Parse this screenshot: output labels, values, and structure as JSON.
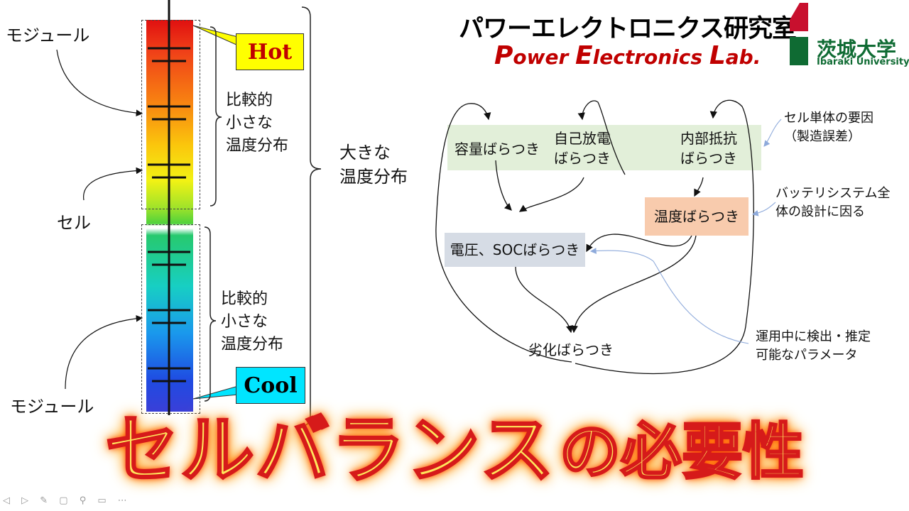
{
  "header": {
    "title_jp": "パワーエレクトロニクス研究室",
    "title_en": {
      "p": "P",
      "ower": "ower ",
      "e": "E",
      "lectronics": "lectronics ",
      "l": "L",
      "ab": "ab."
    },
    "logo_name": "茨城大学",
    "logo_sub": "Ibaraki University",
    "logo_colors": {
      "red": "#c8102e",
      "green": "#0f6b33"
    }
  },
  "left": {
    "module_label_top": "モジュール",
    "cell_label": "セル",
    "module_label_bottom": "モジュール",
    "hot_label": "Hot",
    "cool_label": "Cool",
    "small_dist_top": [
      "比較的",
      "小さな",
      "温度分布"
    ],
    "small_dist_bottom": [
      "比較的",
      "小さな",
      "温度分布"
    ],
    "large_dist": [
      "大きな",
      "温度分布"
    ],
    "colors": {
      "hot_box": "#ffff00",
      "cool_box": "#00e5ff",
      "callout_text": "#c00000"
    }
  },
  "diagram": {
    "capacity": "容量ばらつき",
    "self_discharge": [
      "自己放電",
      "ばらつき"
    ],
    "internal_resistance": [
      "内部抵抗",
      "ばらつき"
    ],
    "temperature": "温度ばらつき",
    "voltage_soc": "電圧、SOCばらつき",
    "degradation": "劣化ばらつき",
    "note_cell": [
      "セル単体の要因",
      "（製造誤差）"
    ],
    "note_system": [
      "バッテリシステム全",
      "体の設計に因る"
    ],
    "note_operation": [
      "運用中に検出・推定",
      "可能なパラメータ"
    ],
    "colors": {
      "cell_band": "#e2efd9",
      "temp_box": "#f8cbad",
      "voltage_box": "#d6dce5",
      "note_arrow": "#8eaadb"
    }
  },
  "banner": {
    "main": "セルバランス",
    "suffix": "の必要性"
  }
}
